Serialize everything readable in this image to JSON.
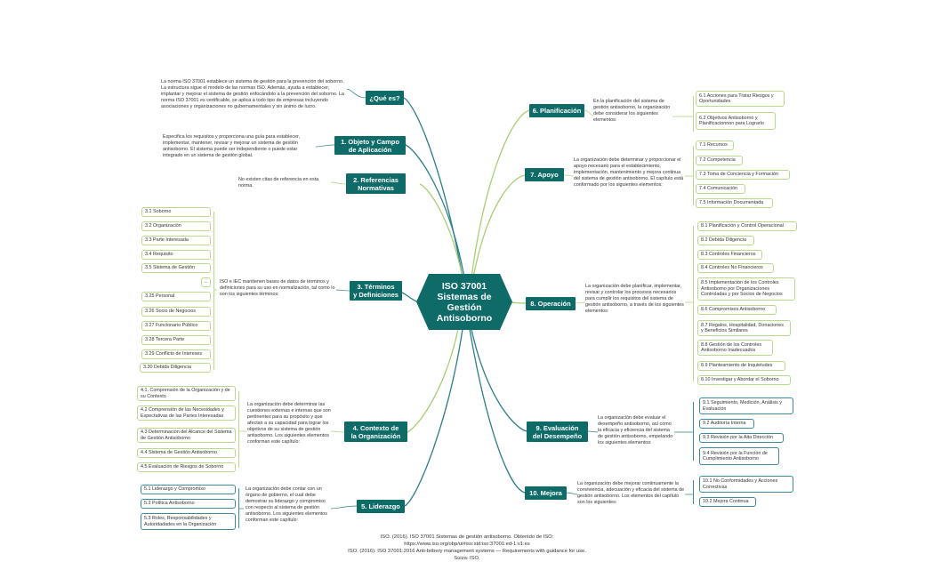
{
  "center": {
    "title": "ISO 37001\nSistemas de\nGestión\nAntisoborno"
  },
  "left": {
    "que_es": {
      "label": "¿Qué es?",
      "text": "La norma ISO 37001 establece un sistema de gestión para la prevención del soborno. La estructura sigue el modelo de las normas ISO. Además, ayuda a establecer, implantar y mejorar el sistema de gestión enfocándolo a la prevención del soborno. La norma ISO 37001 es certificable, se aplica a todo tipo de empresas incluyendo asociaciones y organizaciones no gubernamentales y sin ánimo de lucro."
    },
    "objeto": {
      "label": "1. Objeto y Campo\nde Aplicación",
      "text": "Especifica los requisitos y proporciona una guía para establecer, implementar, mantener, revisar y mejorar un sistema de gestión antisoborno. El sistema puede ser independiente o puede estar integrado en un sistema de gestión global."
    },
    "referencias": {
      "label": "2. Referencias\nNormativas",
      "text": "No existen citas de referencia en esta norma."
    },
    "terminos": {
      "label": "3. Términos\ny Definiciones",
      "text": "ISO e IEC mantienen bases de datos de términos y definiciones para su uso en normalización, tal como lo son los siguientes términos:",
      "items": [
        "3.1 Soborno",
        "3.2 Organización",
        "3.3 Parte Interesada",
        "3.4 Requisito",
        "3.5 Sistema de Gestión",
        "...",
        "3.25 Personal",
        "3.26 Socio de Negocios",
        "3.27 Funcionario Público",
        "3.28 Tercera Parte",
        "3.29 Conflicto de Intereses",
        "3.30 Debida Diligencia"
      ]
    },
    "contexto": {
      "label": "4. Contexto de\nla Organización",
      "text": "La organización debe determinar las cuestiones externas e internas que son pertinentes para su propósito y que afectan a su capacidad para lograr los objetivos de su sistema de gestión antisoborno. Los siguientes elementos conforman este capítulo:",
      "items": [
        "4.1. Comprensión de la Organización y de su Contexto",
        "4.2 Comprensión de las Necesidades y Expectativas de las Partes Interesadas",
        "4.3 Determinación del Alcance del Sistema de Gestión Antisoborno",
        "4.4 Sistema de Gestión Antisoborno",
        "4.5 Evaluación de Riesgos de Soborno"
      ]
    },
    "liderazgo": {
      "label": "5. Liderazgo",
      "text": "La organización debe contar con un órgano de gobierno, el cual debe demostrar su liderazgo y compromiso con respecto al sistema de gestión antisoborno. Los siguientes elementos conforman este capítulo:",
      "items": [
        "5.1 Liderazgo y Compromiso",
        "5.2 Política Antisoborno",
        "5.3 Roles, Responsabilidades y Autoridadades en la Organización"
      ]
    }
  },
  "right": {
    "planificacion": {
      "label": "6. Planificación",
      "text": "En la planificación del sistema de gestión antisoborno, la organización debe considerar los siguientes elementos:",
      "items": [
        "6.1 Acciones para Tratar Riesgos y Oportunidades",
        "6.2 Objetivos Antisoborno y Planificacionnon para Lograrlo"
      ]
    },
    "apoyo": {
      "label": "7. Apoyo",
      "text": "La organización debe determinar y proporcionar el apoyo necesario para el establecimiento, implementación, mantenimiento y mejora continua del sistema de gestión antisoborno. El capítulo está conformado por los siguientes elementos:",
      "items": [
        "7.1 Recursos",
        "7.2 Competencia",
        "7.3 Toma de Conciencia y Formación",
        "7.4 Comunicación",
        "7.5 Información Documentada"
      ]
    },
    "operacion": {
      "label": "8. Operación",
      "text": "La organización debe planificar, implementar, revisar y controlar los procesos necesarios para cumplir los requisitos del sistema de gestión antisoborno, a través de los siguientes elementos:",
      "items": [
        "8.1 Planificación y Control Operacional",
        "8.2 Debida Diligencia",
        "8.3 Controles Financieros",
        "8.4 Controles No Financieros",
        "8.5 Implementación de los Controles Antisoborno por Organizaciones Controladas y por Socios de Negocios",
        "8.6 Compromisos Antisoborno",
        "8.7 Regalos, Hospitalidad, Donaciones y Beneficios Similares",
        "8.8 Gestión de los Controles Antisoborno Inadecuados",
        "8.9 Planteamiento de Inquietudes",
        "8.10 Investigar y Abordar el Soborno"
      ]
    },
    "evaluacion": {
      "label": "9. Evaluación\ndel Desempeño",
      "text": "La organización debe evaluar el desempeño antisoborno, así como la eficacia y eficiencia del sistema de gestión antisoborno, empelando los siguientes elementos:",
      "items": [
        "9.1 Seguimiento, Medición, Análisis y Evaluación",
        "9.2 Auditoría Interna",
        "9.3 Revisión por la Alta Dirección",
        "9.4 Revisión por la Función de Cumplimiento Antisoborno"
      ]
    },
    "mejora": {
      "label": "10. Mejora",
      "text": "La organización debe mejorar continuamente la conviviencia, adecuación y eficacia del sistema de gestión antisoborno. Los elementos del capítulo son los siguientes:",
      "items": [
        "10.1 No Conformidades y Acciones Correctivas",
        "10.2 Mejora Continua"
      ]
    }
  },
  "reference": {
    "line1": "ISO. (2016). ISO 37001 Sistemas de gestión antisoborno. Obtenido de ISO: https://www.iso.org/obp/ui#iso:std:iso:37001:ed-1:v1:es",
    "line2": "ISO. (2016). ISO 37001:2016 Anti-bribery management systems — Requirements with guidance for use. Suiza: ISO."
  },
  "colors": {
    "topic": "#0e6b68",
    "center": "#0e6b68",
    "branch_green": "#a7cf74",
    "branch_blue": "#2d7e8a",
    "leaf_green": "#b9d98e",
    "leaf_blue": "#3d8c9a"
  }
}
